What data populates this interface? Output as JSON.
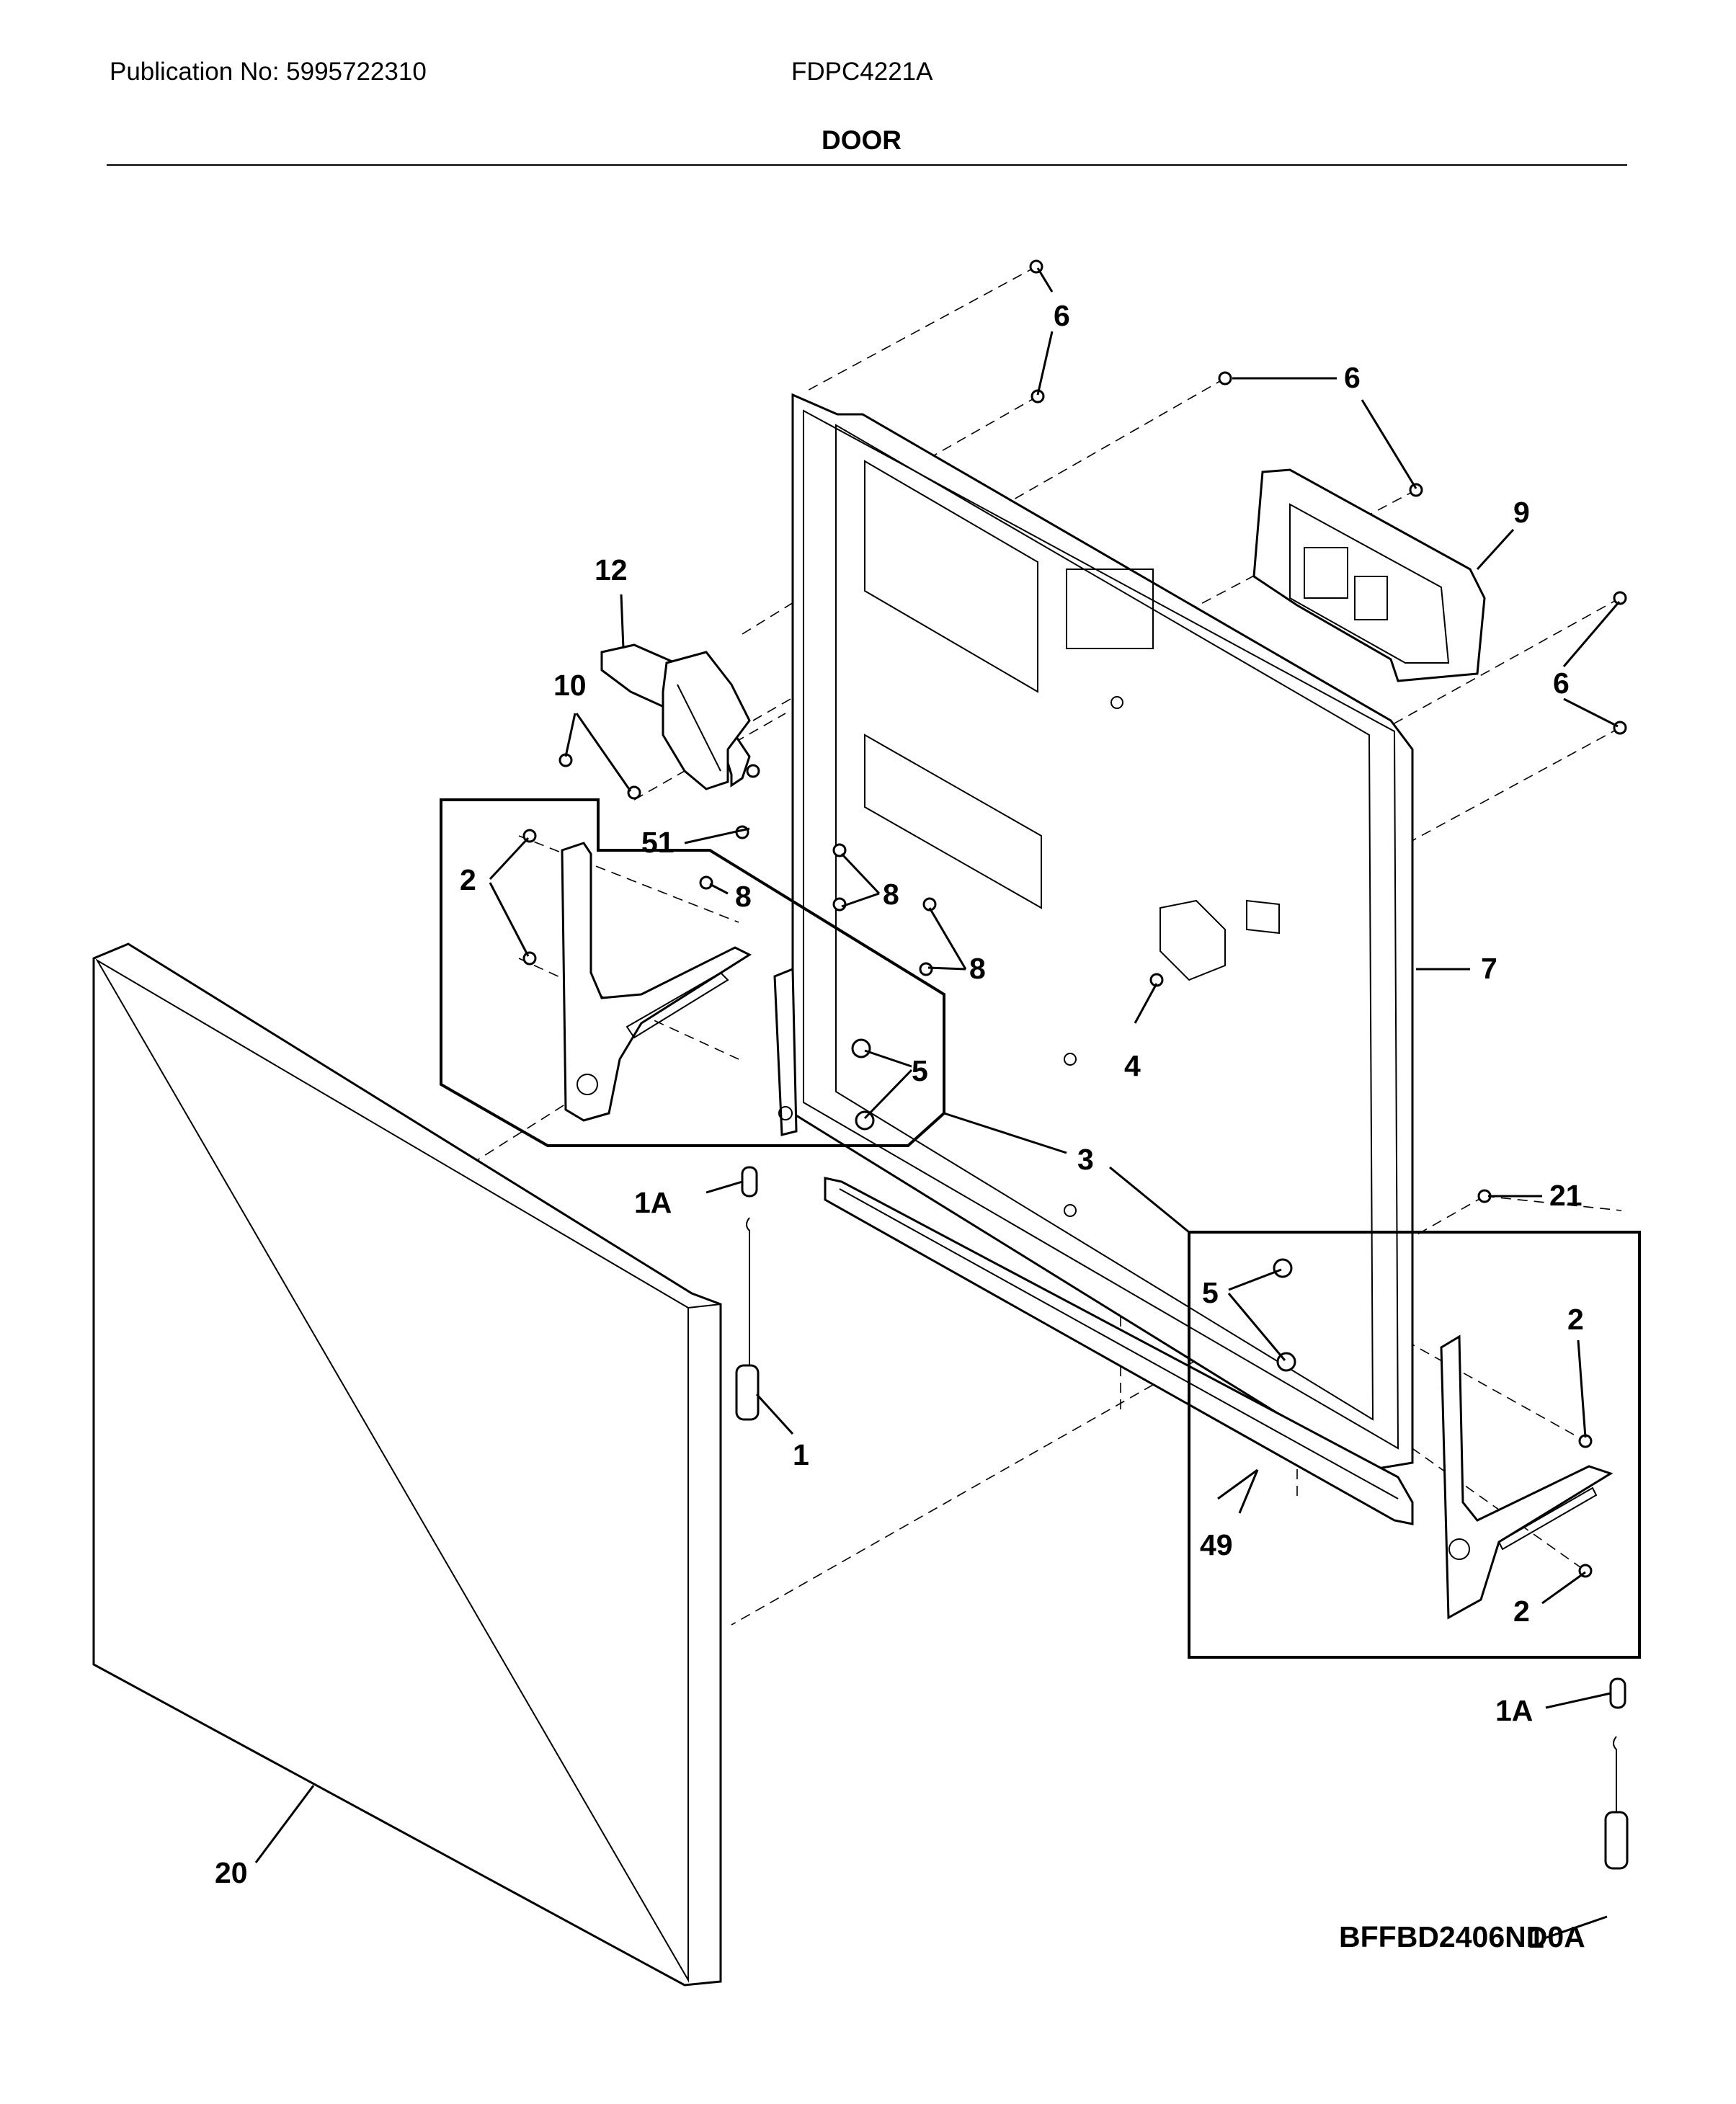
{
  "header": {
    "publication": "Publication No: 5995722310",
    "model": "FDPC4221A",
    "section": "DOOR"
  },
  "footer": {
    "diagram_code": "BFFBD2406ND0A"
  },
  "callouts": {
    "c6a": "6",
    "c6b": "6",
    "c6c": "6",
    "c9": "9",
    "c12": "12",
    "c10": "10",
    "c51": "51",
    "c8a": "8",
    "c8b": "8",
    "c8c": "8",
    "c2a": "2",
    "c2b": "2",
    "c2c": "2",
    "c7": "7",
    "c4": "4",
    "c5a": "5",
    "c5b": "5",
    "c3": "3",
    "c21": "21",
    "c1Aa": "1A",
    "c1Ab": "1A",
    "c1a": "1",
    "c1b": "1",
    "c49": "49",
    "c20": "20"
  }
}
